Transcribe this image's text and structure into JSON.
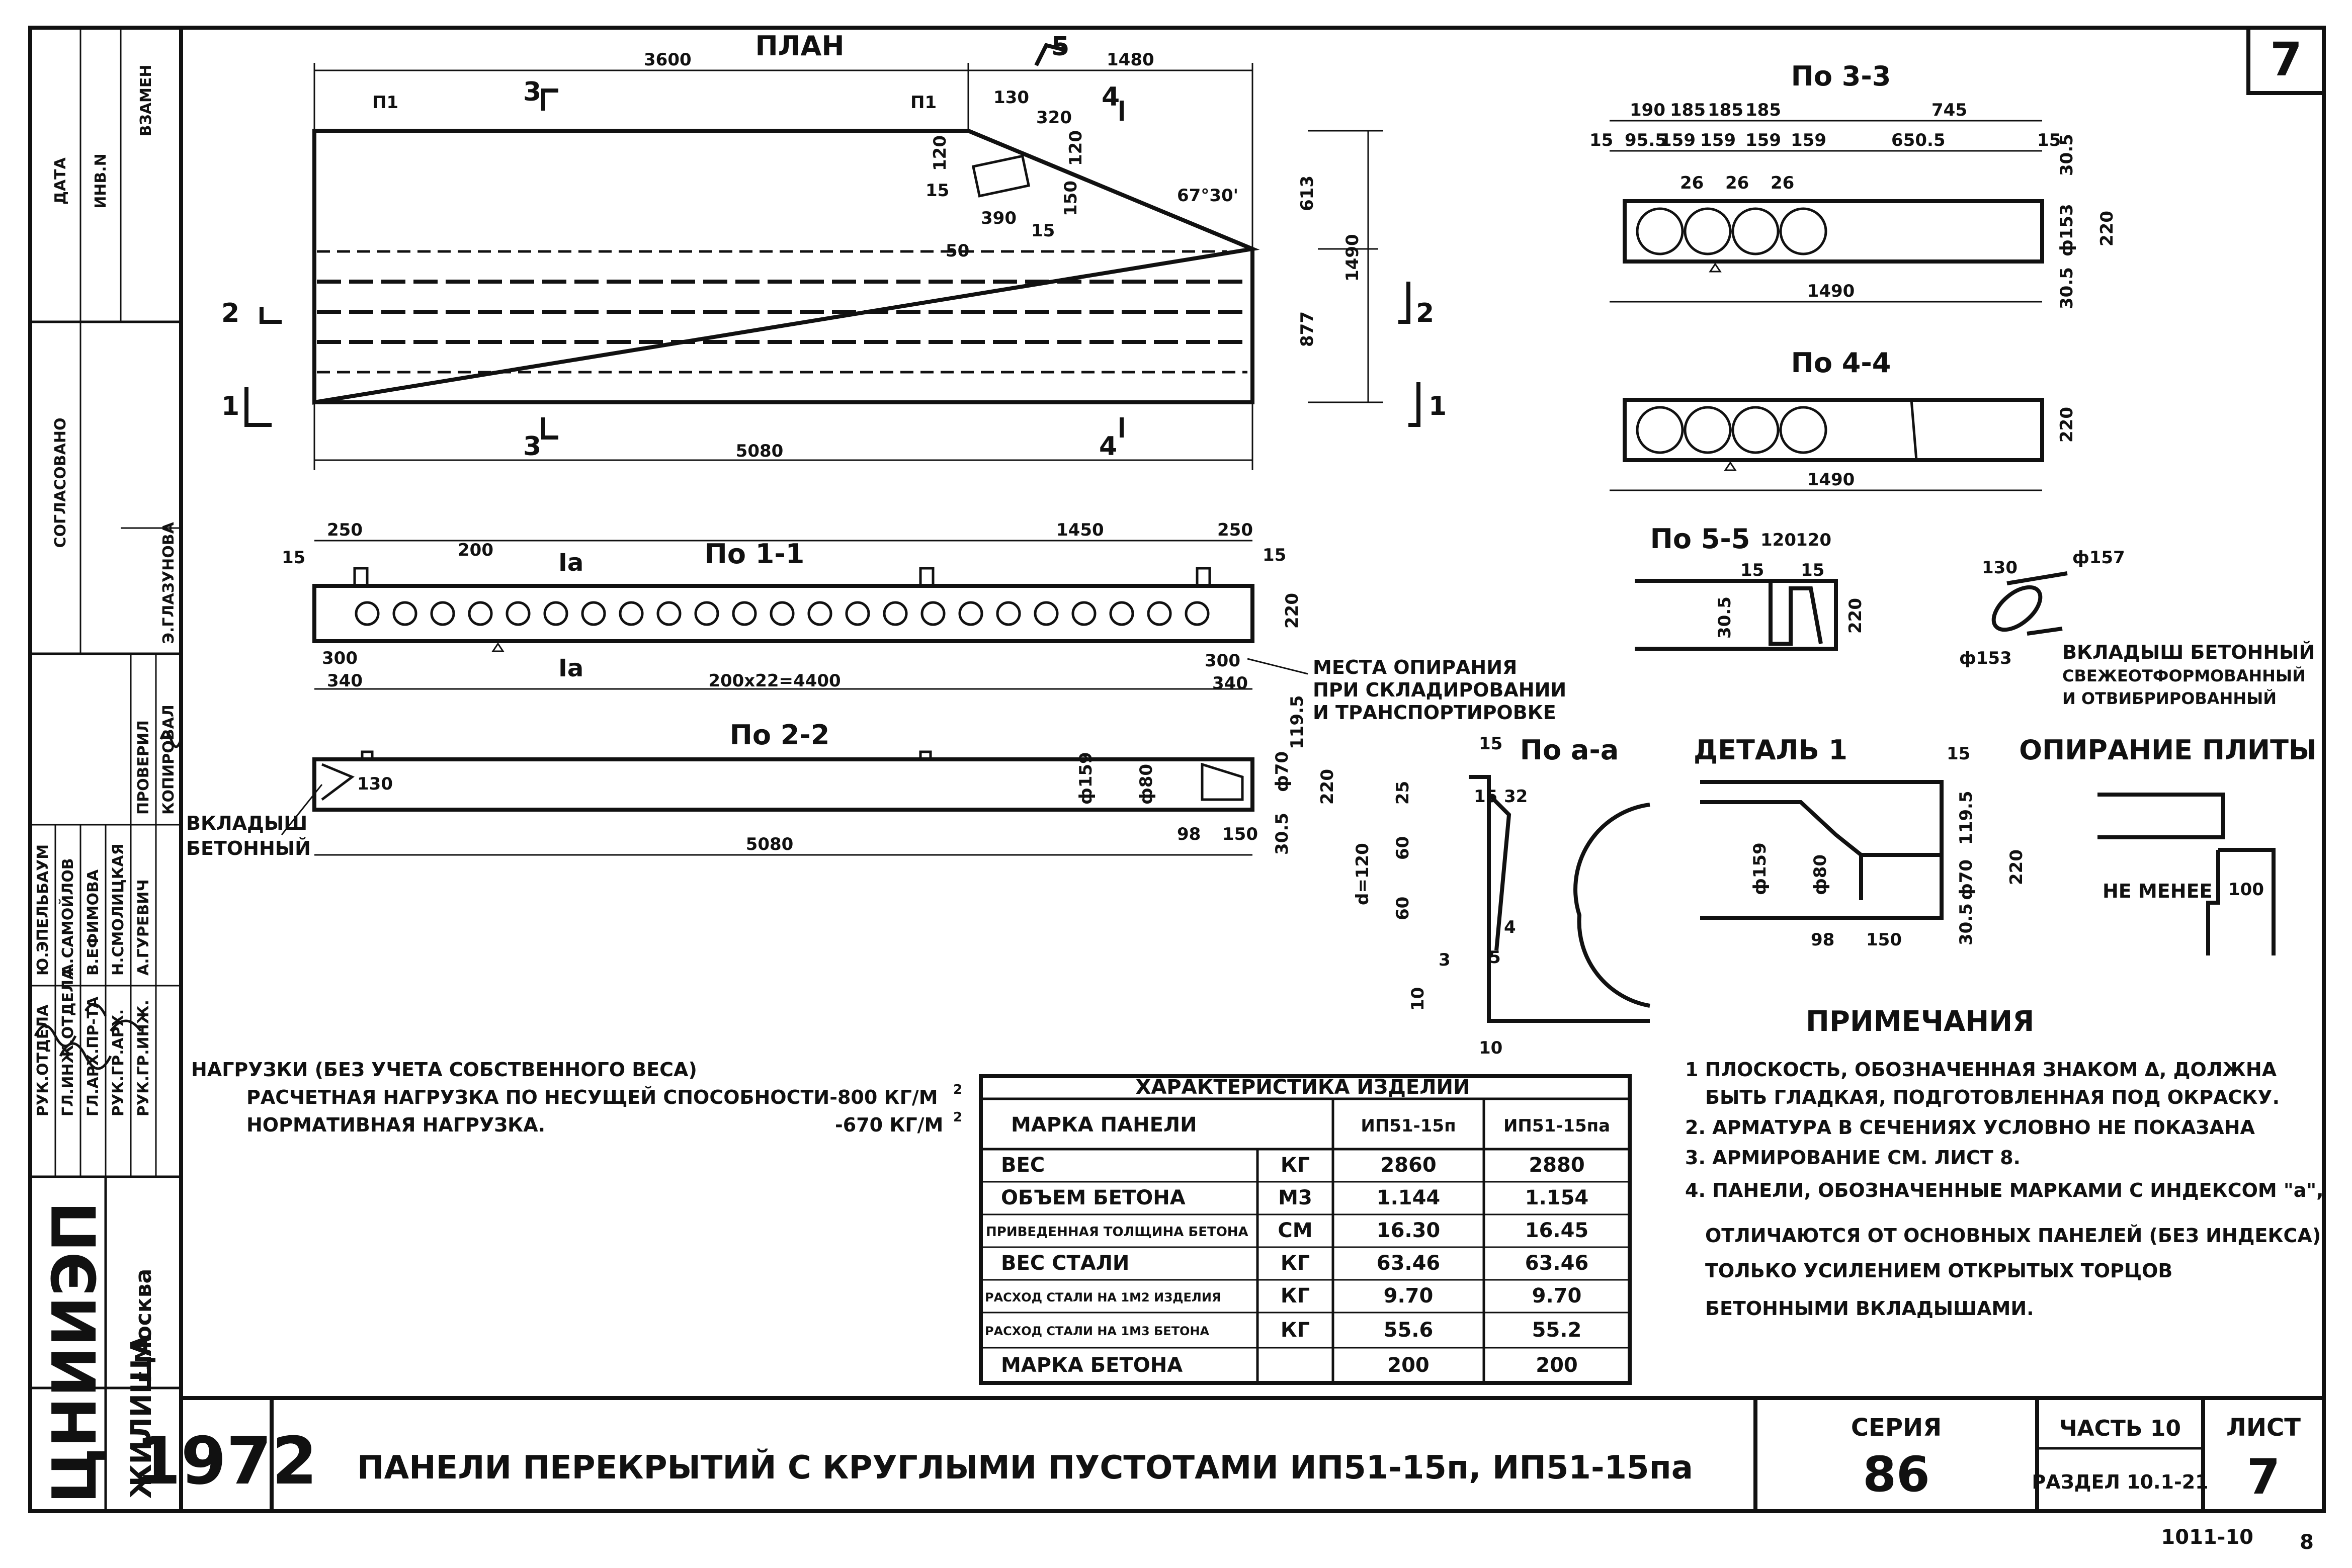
{
  "sheet": {
    "number_box": "7",
    "year": "1972",
    "title": "ПАНЕЛИ   ПЕРЕКРЫТИЙ  С КРУГЛЫМИ  ПУСТОТАМИ  ИП51-15п, ИП51-15пa",
    "series_label": "СЕРИЯ",
    "series_value": "86",
    "part_label": "ЧАСТЬ 10",
    "section_label": "РАЗДЕЛ 10.1-21",
    "sheet_label": "ЛИСТ",
    "sheet_value": "7",
    "footer_code": "1011-10",
    "footer_num": "8"
  },
  "left_strip": {
    "agreed": "СОГЛАСОВАНО",
    "date": "ДАТА",
    "inv": "ИНВ.N",
    "replace": "ВЗАМЕН",
    "org_city": "г.Москва",
    "org_name": "ЖИЛИЩА",
    "org_logo": "ЦНИИЭП",
    "roles": [
      "РУК.ОТДЕЛА",
      "ГЛ.ИНЖ.ОТДЕЛА",
      "ГЛ.АРХ.ПР-ТА",
      "РУК.ГР.АРХ.",
      "РУК.ГР.ИНЖ."
    ],
    "names": [
      "Ю.ЭПЕЛЬБАУМ",
      "А.САМОЙЛОВ",
      "В.ЕФИМОВА",
      "Н.СМОЛИЦКАЯ",
      "А.ГУРЕВИЧ"
    ],
    "checked_label": "ПРОВЕРИЛ",
    "copied_label": "КОПИРОВАЛ",
    "checked_name": "Э.ГЛАЗУНОВА"
  },
  "views": {
    "plan": "ПЛАН",
    "s11": "По 1-1",
    "s22": "По 2-2",
    "s33": "По 3-3",
    "s44": "По 4-4",
    "s55": "По 5-5",
    "saa": "По а-а",
    "detail": "ДЕТАЛЬ 1",
    "support": "ОПИРАНИЕ ПЛИТЫ"
  },
  "plan_dims": {
    "d3600": "3600",
    "d1480": "1480",
    "d5080": "5080",
    "d613": "613",
    "d877": "877",
    "d1490": "1490",
    "d130": "130",
    "d320": "320",
    "d120a": "120",
    "d120b": "120",
    "d150": "150",
    "d390": "390",
    "d15a": "15",
    "d15b": "15",
    "d50": "50",
    "angle": "67°30'",
    "p1a": "П1",
    "p1b": "П1",
    "m1": "1",
    "m2": "2",
    "m3": "3",
    "m4": "4",
    "m5": "5"
  },
  "s11_dims": {
    "d250a": "250",
    "d250b": "250",
    "d200": "200",
    "d1450": "1450",
    "d15a": "15",
    "d15b": "15",
    "d220": "220",
    "d300a": "300",
    "d300b": "300",
    "d340a": "340",
    "d340b": "340",
    "d4400": "200x22=4400",
    "ia1": "Iа",
    "ia2": "Iа"
  },
  "support_note": [
    "МЕСТА ОПИРАНИЯ",
    "ПРИ СКЛАДИРОВАНИИ",
    "И ТРАНСПОРТИРОВКЕ"
  ],
  "s22_dims": {
    "d130": "130",
    "d159": "ф159",
    "d80": "ф80",
    "d70": "ф70",
    "d1195": "119.5",
    "d220": "220",
    "d305": "30.5",
    "d98": "98",
    "d150": "150",
    "d5080": "5080",
    "insert1": "ВКЛАДЫШ",
    "insert2": "БЕТОННЫЙ"
  },
  "s33_dims": {
    "d190": "190",
    "d185a": "185",
    "d185b": "185",
    "d185c": "185",
    "d745": "745",
    "d15a": "15",
    "d955": "95.5",
    "d159a": "159",
    "d159b": "159",
    "d159c": "159",
    "d159d": "159",
    "d6505": "650.5",
    "d15b": "15",
    "d26a": "26",
    "d26b": "26",
    "d26c": "26",
    "d305a": "30.5",
    "d305b": "30.5",
    "d153": "ф153",
    "d220": "220",
    "d1490": "1490"
  },
  "s44_dims": {
    "d220": "220",
    "d1490": "1490"
  },
  "s55_dims": {
    "d15": "15",
    "d120a": "120",
    "d120b": "120",
    "d15b": "15",
    "d305": "30.5",
    "d220": "220"
  },
  "plug": {
    "d130": "130",
    "d157": "ф157",
    "d153": "ф153",
    "text": [
      "ВКЛАДЫШ БЕТОННЫЙ",
      "СВЕЖЕОТФОРМОВАННЫЙ",
      "И ОТВИБРИРОВАННЫЙ"
    ]
  },
  "saa_dims": {
    "d15": "15",
    "d25": "25",
    "d60a": "60",
    "d60b": "60",
    "d120": "d=120",
    "d15b": "15",
    "d32": "32",
    "d4": "4",
    "d5": "5",
    "d3": "3",
    "d10a": "10",
    "d10b": "10"
  },
  "detail_dims": {
    "d15": "15",
    "d159": "ф159",
    "d80": "ф80",
    "d70": "ф70",
    "d1195": "119.5",
    "d220": "220",
    "d305": "30.5",
    "d98": "98",
    "d150": "150"
  },
  "support_dims": {
    "min": "НЕ МЕНЕЕ",
    "d100": "100"
  },
  "loads": {
    "title": "НАГРУЗКИ (БЕЗ УЧЕТА СОБСТВЕННОГО ВЕСА)",
    "calc": "РАСЧЕТНАЯ  НАГРУЗКА ПО НЕСУЩЕЙ СПОСОБНОСТИ-800 КГ/М",
    "norm": "НОРМАТИВНАЯ  НАГРУЗКА.",
    "norm_val": "-670 КГ/М",
    "sup": "2"
  },
  "table": {
    "title": "ХАРАКТЕРИСТИКА  ИЗДЕЛИЙ",
    "head": [
      "МАРКА  ПАНЕЛИ",
      "",
      "ИП51-15п",
      "ИП51-15пa"
    ],
    "rows": [
      [
        "ВЕС",
        "КГ",
        "2860",
        "2880"
      ],
      [
        "ОБЪЕМ  БЕТОНА",
        "М3",
        "1.144",
        "1.154"
      ],
      [
        "ПРИВЕДЕННАЯ ТОЛЩИНА БЕТОНА",
        "СМ",
        "16.30",
        "16.45"
      ],
      [
        "ВЕС  СТАЛИ",
        "КГ",
        "63.46",
        "63.46"
      ],
      [
        "РАСХОД СТАЛИ НА 1М2 ИЗДЕЛИЯ",
        "КГ",
        "9.70",
        "9.70"
      ],
      [
        "РАСХОД СТАЛИ НА 1М3 БЕТОНА",
        "КГ",
        "55.6",
        "55.2"
      ],
      [
        "МАРКА  БЕТОНА",
        "",
        "200",
        "200"
      ]
    ]
  },
  "notes": {
    "title": "ПРИМЕЧАНИЯ",
    "lines": [
      "1 ПЛОСКОСТЬ, ОБОЗНАЧЕННАЯ ЗНАКОМ Δ, ДОЛЖНА",
      "БЫТЬ ГЛАДКАЯ, ПОДГОТОВЛЕННАЯ ПОД ОКРАСКУ.",
      "2. АРМАТУРА  В СЕЧЕНИЯХ  УСЛОВНО  НЕ ПОКАЗАНА",
      "3. АРМИРОВАНИЕ  СМ. ЛИСТ 8.",
      "4. ПАНЕЛИ, ОБОЗНАЧЕННЫЕ  МАРКАМИ  С ИНДЕКСОМ \"a\",",
      "ОТЛИЧАЮТСЯ  ОТ ОСНОВНЫХ  ПАНЕЛЕЙ (БЕЗ ИНДЕКСА)",
      "ТОЛЬКО  УСИЛЕНИЕМ ОТКРЫТЫХ  ТОРЦОВ",
      "БЕТОННЫМИ  ВКЛАДЫШАМИ."
    ]
  }
}
